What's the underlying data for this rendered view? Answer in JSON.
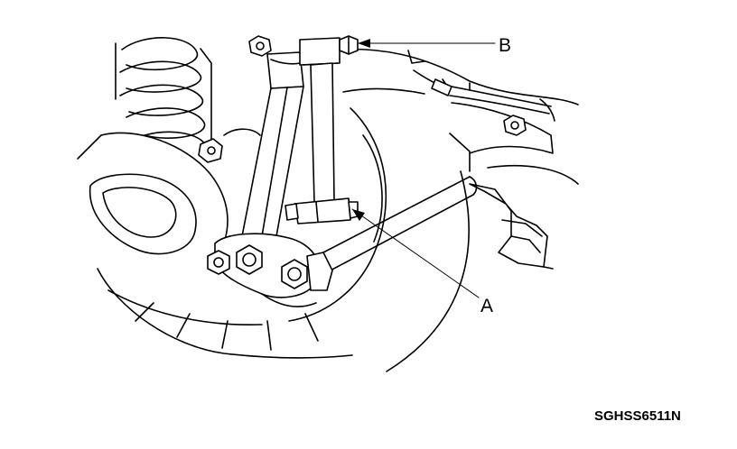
{
  "callouts": {
    "a": "A",
    "b": "B"
  },
  "figure_code": "SGHSS6511N"
}
